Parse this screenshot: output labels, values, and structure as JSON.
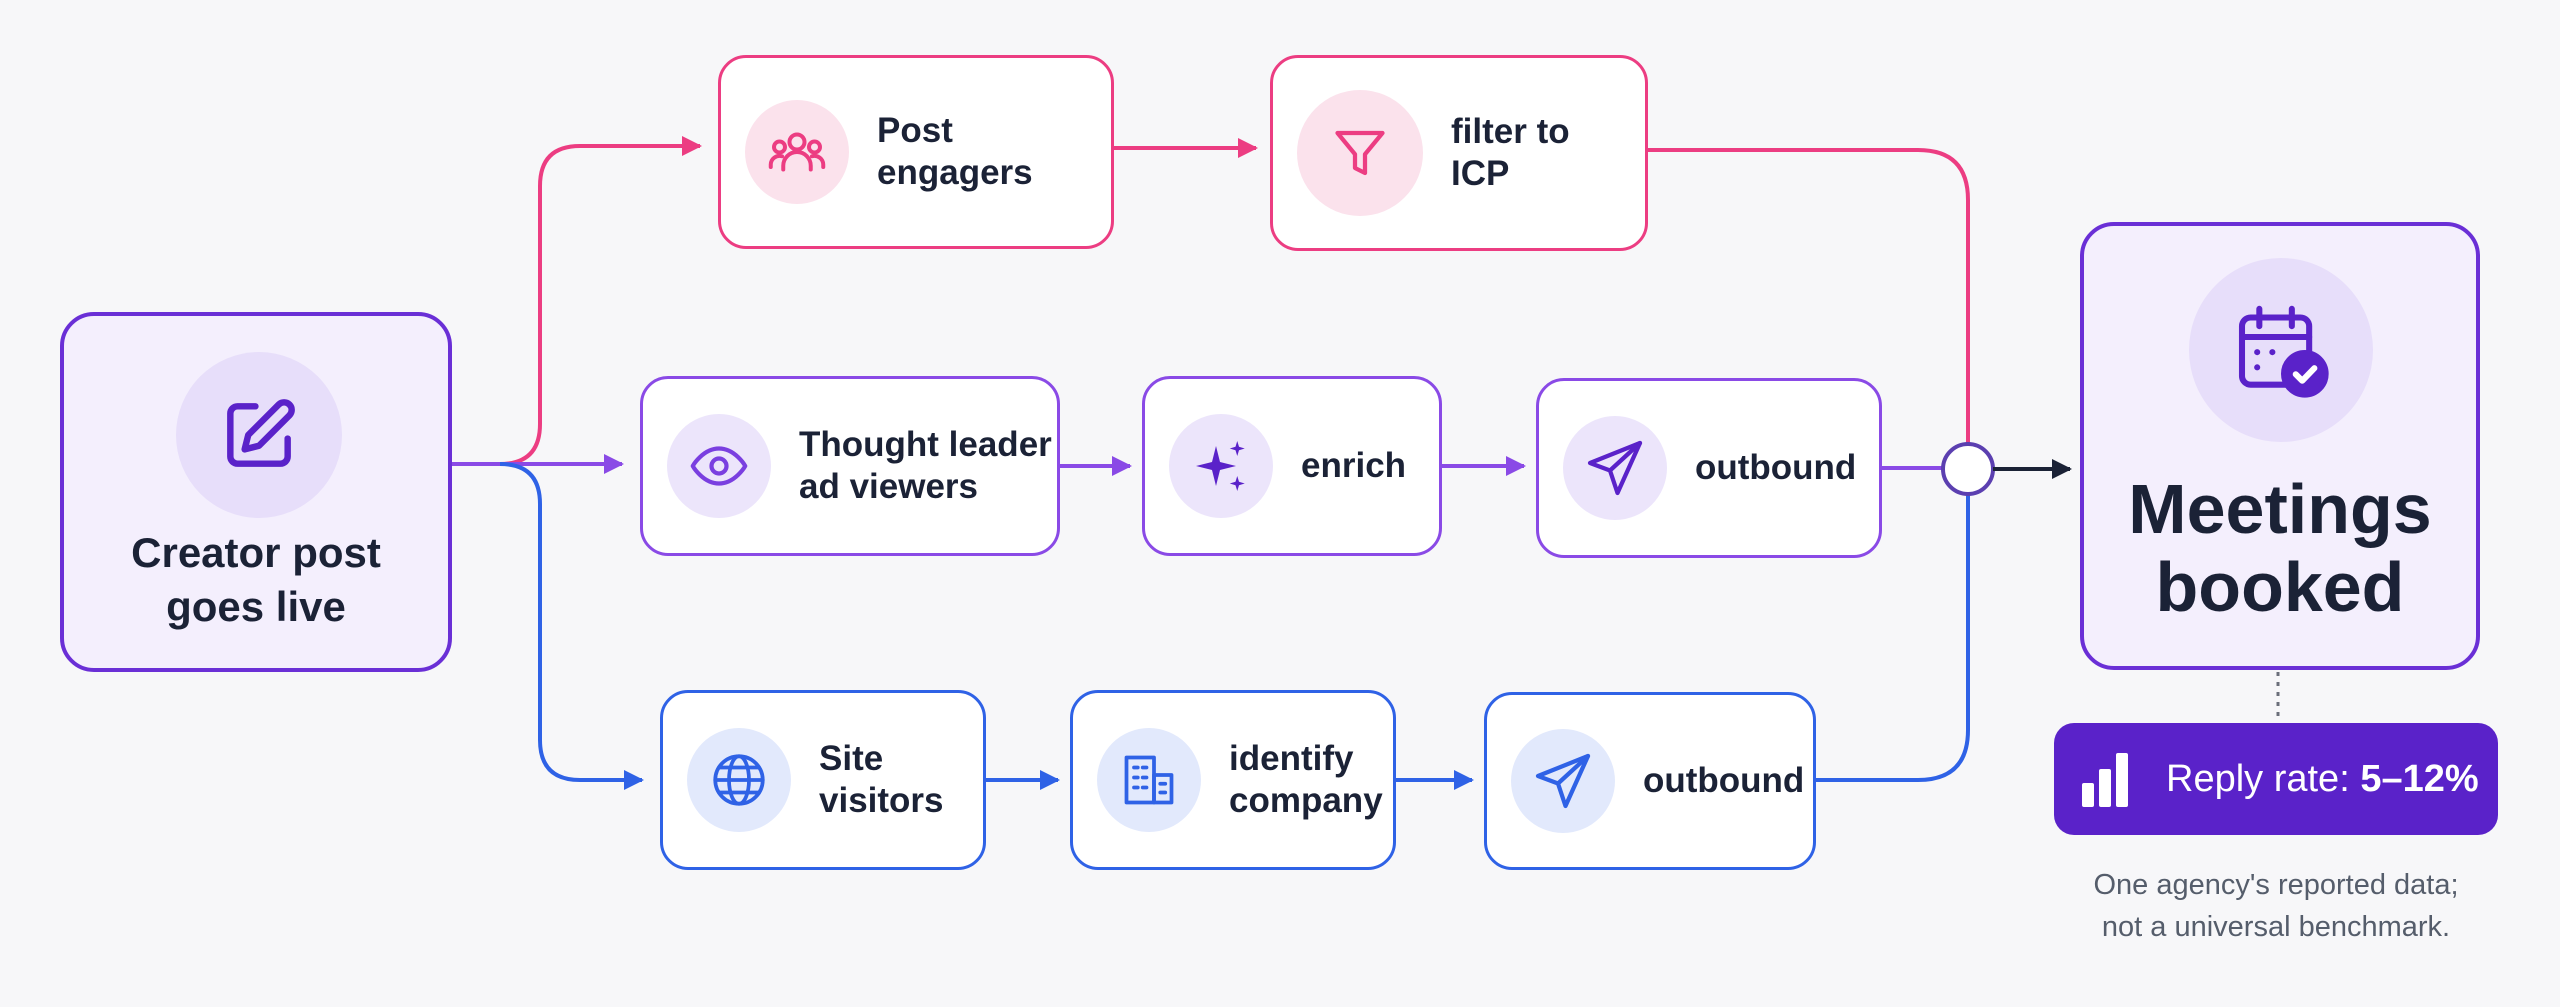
{
  "start": {
    "label": "Creator post\ngoes live",
    "icon": "edit-icon"
  },
  "rows": {
    "top": [
      {
        "label": "Post\nengagers",
        "icon": "users-icon"
      },
      {
        "label": "filter to\nICP",
        "icon": "filter-icon"
      }
    ],
    "middle": [
      {
        "label": "Thought leader\nad viewers",
        "icon": "eye-icon"
      },
      {
        "label": "enrich",
        "icon": "sparkle-icon"
      },
      {
        "label": "outbound",
        "icon": "send-icon"
      }
    ],
    "bottom": [
      {
        "label": "Site\nvisitors",
        "icon": "globe-icon"
      },
      {
        "label": "identify\ncompany",
        "icon": "building-icon"
      },
      {
        "label": "outbound",
        "icon": "send-icon"
      }
    ]
  },
  "end": {
    "label": "Meetings\nbooked",
    "icon": "calendar-check-icon"
  },
  "reply_badge": {
    "prefix": "Reply rate: ",
    "value": "5–12%",
    "icon": "bar-chart-icon"
  },
  "note": "One agency's reported data;\nnot a universal benchmark.",
  "colors": {
    "pink": "#ec3d82",
    "purple": "#8a4ae6",
    "blue": "#2f62e6",
    "deep_purple": "#5a22c9",
    "text": "#1b2236"
  }
}
